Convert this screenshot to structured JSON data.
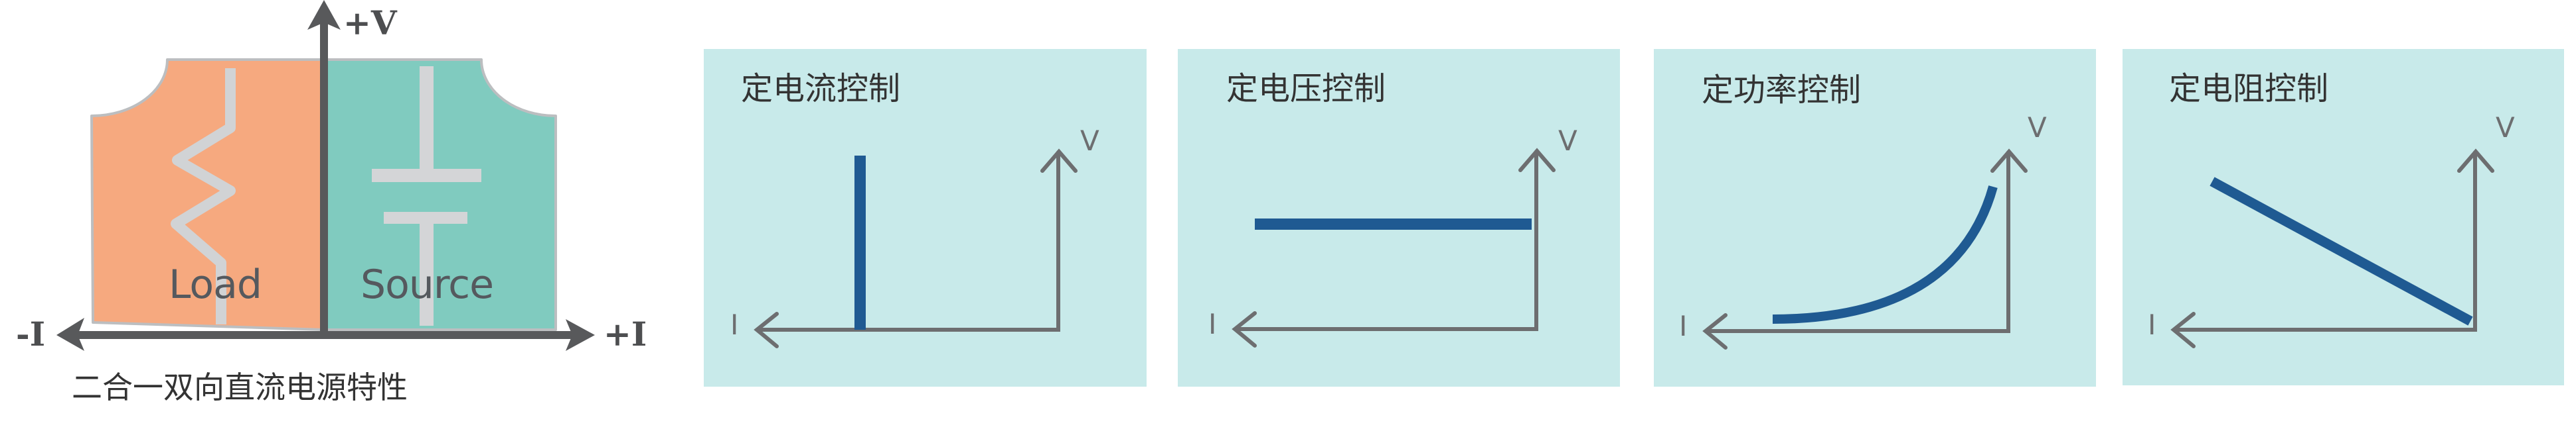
{
  "overview": {
    "caption": "二合一双向直流电源特性",
    "axis_labels": {
      "v_pos": "+V",
      "i_neg": "-I",
      "i_pos": "+I"
    },
    "regions": [
      {
        "label": "Load",
        "symbol": "resistor-icon",
        "color": "#f6a97f"
      },
      {
        "label": "Source",
        "symbol": "battery-icon",
        "color": "#80cbbf"
      }
    ],
    "colors": {
      "axis": "#58595b",
      "outline": "#bcbec0",
      "symbol": "#d1d3d5",
      "text": "#55595e"
    }
  },
  "panels": [
    {
      "title": "定电流控制",
      "x_label": "I",
      "y_label": "V",
      "curve": "vertical-line"
    },
    {
      "title": "定电压控制",
      "x_label": "I",
      "y_label": "V",
      "curve": "horizontal-line"
    },
    {
      "title": "定功率控制",
      "x_label": "I",
      "y_label": "V",
      "curve": "hyperbola"
    },
    {
      "title": "定电阻控制",
      "x_label": "I",
      "y_label": "V",
      "curve": "diagonal-line"
    }
  ],
  "colors": {
    "panel_bg": "#c8eaea",
    "curve": "#1f5a92",
    "axis": "#6d6e70",
    "title": "#333333"
  }
}
